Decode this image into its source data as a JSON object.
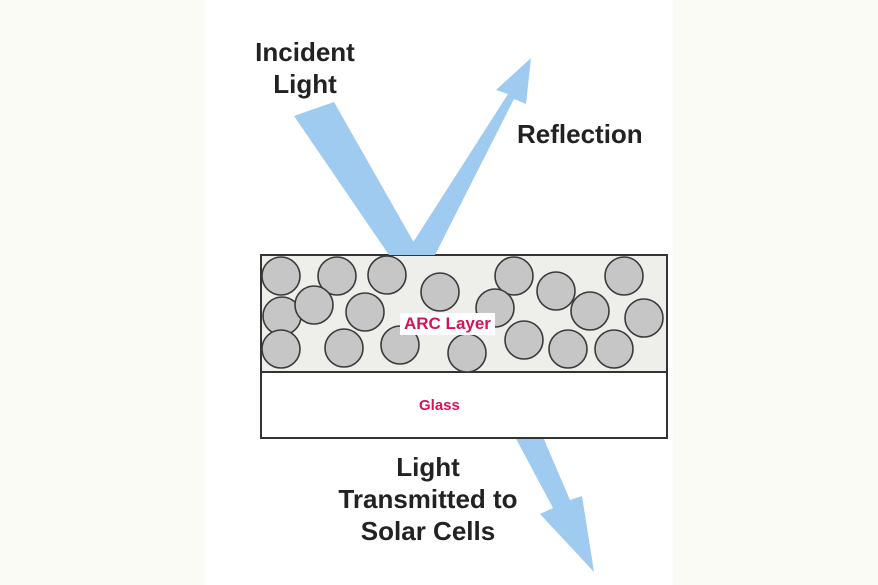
{
  "labels": {
    "incident": "Incident\nLight",
    "reflection": "Reflection",
    "transmitted": "Light\nTransmitted to\nSolar Cells",
    "arc_layer": "ARC Layer",
    "glass": "Glass"
  },
  "colors": {
    "beam": "#9ecbef",
    "particle_fill": "#c6c6c6",
    "particle_stroke": "#3a3a3a",
    "layer_fill": "#eeeeea",
    "layer_stroke": "#333333",
    "label_text": "#222222",
    "layer_label": "#d4145a"
  }
}
